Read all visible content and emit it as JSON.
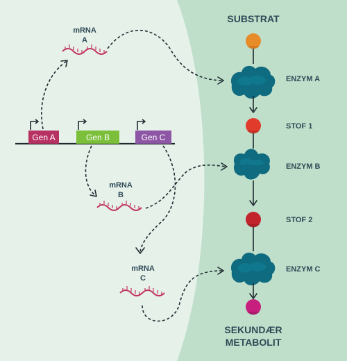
{
  "colors": {
    "background_left": "#e6f1ea",
    "background_right": "#bfdfcb",
    "mrna": "#c2355f",
    "enzyme": "#0f6b7f",
    "gene_a": "#b73262",
    "gene_b": "#7bbf3a",
    "gene_c": "#8e57a6",
    "substrat": "#e88c2a",
    "stof1": "#e13b2c",
    "stof2": "#c2242c",
    "sekundaer_metabolit": "#c61f7e",
    "labels": "#2f4a56"
  },
  "genes": {
    "a": "Gen A",
    "b": "Gen B",
    "c": "Gen C"
  },
  "mrna": {
    "a": {
      "line1": "mRNA",
      "line2": "A"
    },
    "b": {
      "line1": "mRNA",
      "line2": "B"
    },
    "c": {
      "line1": "mRNA",
      "line2": "C"
    }
  },
  "pathway": {
    "substrat": "SUBSTRAT",
    "enzym_a": "ENZYM A",
    "stof_1": "STOF 1",
    "enzym_b": "ENZYM B",
    "stof_2": "STOF 2",
    "enzym_c": "ENZYM C",
    "product_line1": "SEKUNDÆR",
    "product_line2": "METABOLIT"
  },
  "icons": {
    "mrna": "mrna-strand-icon",
    "enzyme": "enzyme-blob-icon",
    "molecule": "molecule-circle-icon",
    "promoter": "promoter-arrow-icon"
  }
}
